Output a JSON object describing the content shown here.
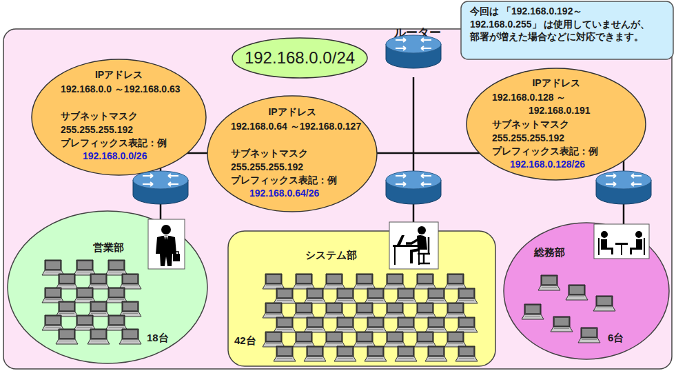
{
  "diagram": {
    "nodes": [
      {
        "text": [
          "192.168.0.0/24"
        ]
      },
      {
        "text": [
          "今回は 「192.168.0.192～192.168.0.255」 は使用していませんが、 部署が増えた場合などに対応できます。"
        ]
      },
      {
        "text": [
          "IPアドレス",
          "192.168.0.0 ～192.168.0.63",
          "サブネットマスク",
          "255.255.255.192",
          "プレフィックス表記：例",
          "192.168.0.0/26"
        ]
      },
      {
        "text": [
          "IPアドレス",
          "192.168.0.64 ～192.168.0.127",
          "サブネットマスク",
          "255.255.255.192",
          "プレフィックス表記：例",
          "192.168.0.64/26"
        ]
      },
      {
        "text": [
          "IPアドレス",
          "192.168.0.128 ～192.168.0.191",
          "サブネットマスク",
          "255.255.255.192",
          "プレフィックス表記：例",
          "192.168.0.128/26"
        ]
      },
      {
        "text": [
          "営業部",
          "18台"
        ]
      },
      {
        "text": [
          "システム部",
          "42台"
        ]
      },
      {
        "text": [
          "総務部",
          "6台"
        ]
      }
    ],
    "labels": [
      "ルーター"
    ]
  }
}
